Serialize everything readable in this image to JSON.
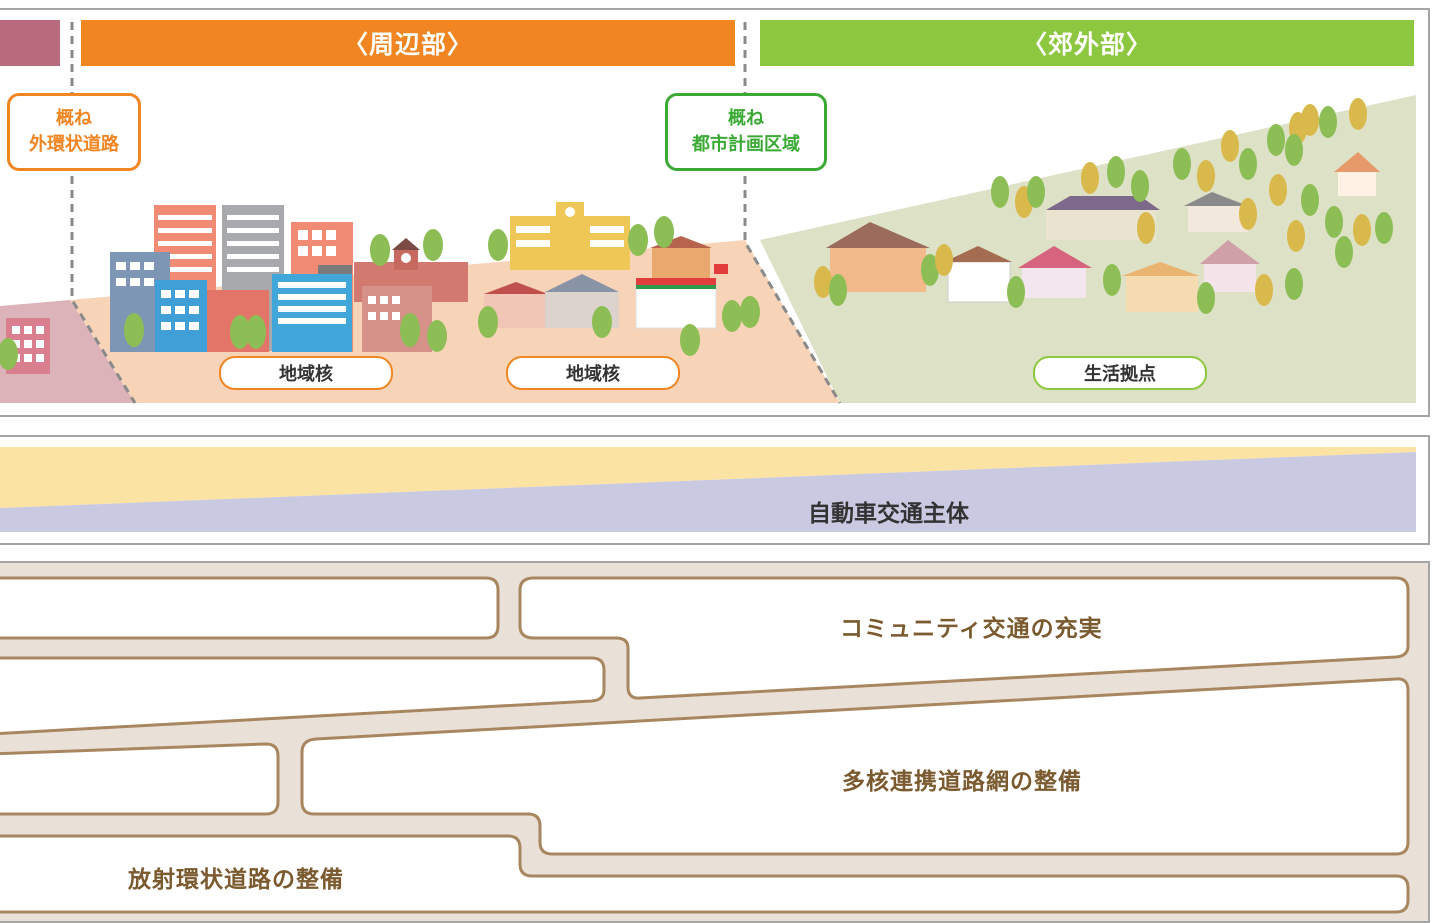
{
  "zones": {
    "periphery": {
      "title": "〈周辺部〉",
      "color": "#f08522"
    },
    "suburb": {
      "title": "〈郊外部〉",
      "color": "#8dc63f"
    },
    "center_color": "#b96b7d"
  },
  "boundaries": {
    "outer_ring": {
      "line1": "概ね",
      "line2": "外環状道路",
      "color": "#f08522"
    },
    "city_planning": {
      "line1": "概ね",
      "line2": "都市計画区域",
      "color": "#3aaa35"
    }
  },
  "hubs": {
    "regional_core_1": "地域核",
    "regional_core_2": "地域核",
    "life_base": "生活拠点"
  },
  "transport": {
    "label": "自動車交通主体",
    "band_colors": {
      "upper": "#fbe3a4",
      "lower": "#c9c9e2"
    }
  },
  "roads": {
    "community": "コミュニティ交通の充実",
    "multi_core": "多核連携道路網の整備",
    "radial_ring": "放射環状道路の整備",
    "road_color": "#a88660",
    "background_color": "#e9e1d8"
  }
}
